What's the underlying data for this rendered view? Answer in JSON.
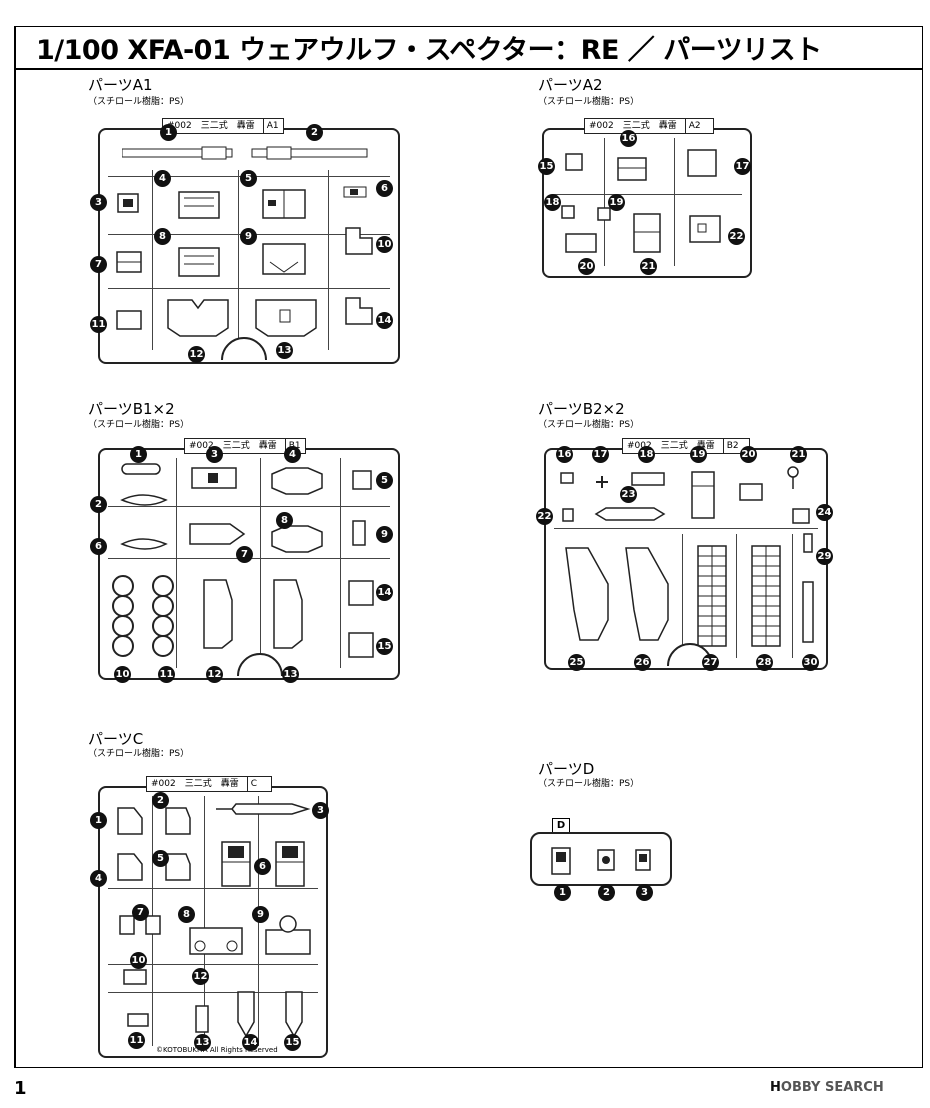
{
  "title": "1/100 XFA-01 ウェアウルフ・スペクター：RE ／ パーツリスト",
  "material_note": "（スチロール樹脂：PS）",
  "sheet_name": "#002　三二式　轟雷",
  "runner_copyright_1": "©KOTOBUKIYA",
  "runner_copyright_2": "All Rights Reserved",
  "sections": {
    "a1": {
      "label": "パーツA1",
      "code": "A1",
      "numbers": [
        "1",
        "2",
        "3",
        "4",
        "5",
        "6",
        "7",
        "8",
        "9",
        "10",
        "11",
        "12",
        "13",
        "14"
      ]
    },
    "a2": {
      "label": "パーツA2",
      "code": "A2",
      "numbers": [
        "15",
        "16",
        "17",
        "18",
        "19",
        "20",
        "21",
        "22"
      ]
    },
    "b1": {
      "label": "パーツB1×2",
      "code": "B1",
      "numbers": [
        "1",
        "2",
        "3",
        "4",
        "5",
        "6",
        "7",
        "8",
        "9",
        "10",
        "11",
        "12",
        "13",
        "14",
        "15"
      ]
    },
    "b2": {
      "label": "パーツB2×2",
      "code": "B2",
      "numbers": [
        "16",
        "17",
        "18",
        "19",
        "20",
        "21",
        "22",
        "23",
        "24",
        "25",
        "26",
        "27",
        "28",
        "29",
        "30"
      ]
    },
    "c": {
      "label": "パーツC",
      "code": "C",
      "numbers": [
        "1",
        "2",
        "3",
        "4",
        "5",
        "6",
        "7",
        "8",
        "9",
        "10",
        "11",
        "12",
        "13",
        "14",
        "15"
      ]
    },
    "d": {
      "label": "パーツD",
      "code": "D",
      "numbers": [
        "1",
        "2",
        "3"
      ]
    }
  },
  "footer": {
    "page": "1",
    "brand_prefix": "H",
    "brand": "OBBY SEARCH"
  }
}
